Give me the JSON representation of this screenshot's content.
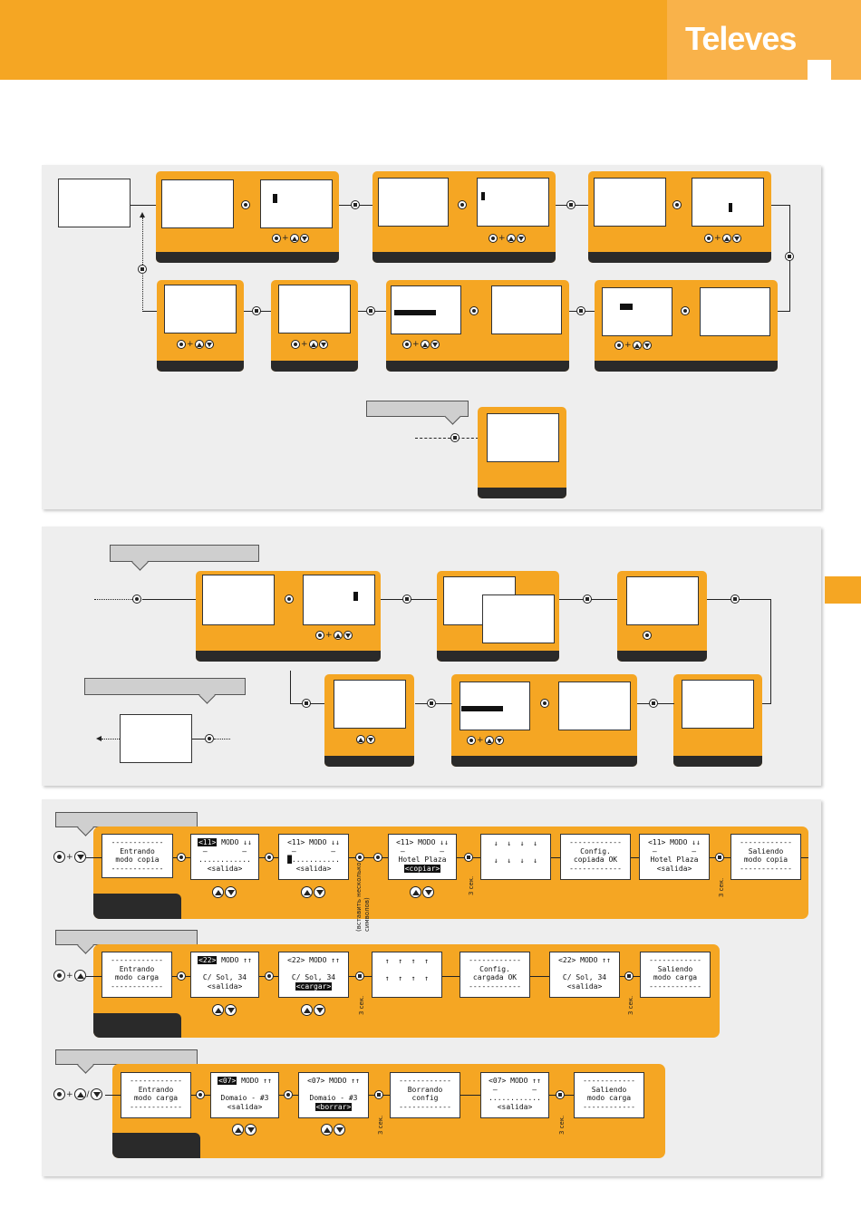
{
  "header": {
    "brand": "Televes",
    "accent_color": "#f5a623"
  },
  "panel3": {
    "copy": {
      "start_combo": [
        "button-dot",
        "button-down"
      ],
      "screens": [
        {
          "lines": [
            "------------",
            "Entrando",
            "modo copia",
            "------------"
          ]
        },
        {
          "tag": "<11>",
          "rest": " MODO ↓↓",
          "lines": [
            "–        –",
            "............",
            "<salida>"
          ]
        },
        {
          "lines": [
            "<11> MODO ↓↓",
            "–        –",
            "█...........",
            "<salida>"
          ]
        },
        {
          "lines": [
            "<11> MODO ↓↓",
            "–        –",
            "Hotel Plaza"
          ],
          "action": "<copiar>"
        },
        {
          "lines": [
            "↓  ↓  ↓  ↓",
            "",
            "↓  ↓  ↓  ↓"
          ]
        },
        {
          "lines": [
            "------------",
            "Config.",
            "copiada OK",
            "------------"
          ]
        },
        {
          "lines": [
            "<11> MODO ↓↓",
            "–        –",
            "Hotel Plaza",
            "<salida>"
          ]
        },
        {
          "lines": [
            "------------",
            "Saliendo",
            "modo copia",
            "------------"
          ]
        }
      ],
      "note_insert": "(вставить несколько символов)",
      "wait_label_a": "3 сек.",
      "wait_label_b": "3 сек."
    },
    "load": {
      "screens": [
        {
          "lines": [
            "------------",
            "Entrando",
            "modo carga",
            "------------"
          ]
        },
        {
          "tag": "<22>",
          "rest": " MODO ↑↑",
          "lines": [
            "",
            "C/ Sol, 34",
            "<salida>"
          ]
        },
        {
          "lines": [
            "<22> MODO ↑↑",
            "",
            "C/ Sol, 34"
          ],
          "action": "<cargar>"
        },
        {
          "lines": [
            "↑  ↑  ↑  ↑",
            "",
            "↑  ↑  ↑  ↑"
          ]
        },
        {
          "lines": [
            "------------",
            "Config.",
            "cargada OK",
            "------------"
          ]
        },
        {
          "lines": [
            "<22> MODO ↑↑",
            "",
            "C/ Sol, 34",
            "<salida>"
          ]
        },
        {
          "lines": [
            "------------",
            "Saliendo",
            "modo carga",
            "------------"
          ]
        }
      ],
      "wait_label_a": "3 сек.",
      "wait_label_b": "3 сек."
    },
    "erase": {
      "screens": [
        {
          "lines": [
            "------------",
            "Entrando",
            "modo carga",
            "------------"
          ]
        },
        {
          "tag": "<07>",
          "rest": " MODO ↑↑",
          "lines": [
            "",
            "Domaio - #3",
            "<salida>"
          ]
        },
        {
          "lines": [
            "<07> MODO ↑↑",
            "",
            "Domaio - #3"
          ],
          "action": "<borrar>"
        },
        {
          "lines": [
            "------------",
            "Borrando",
            "config",
            "------------"
          ]
        },
        {
          "lines": [
            "<07> MODO ↑↑",
            "–        –",
            "............",
            "<salida>"
          ]
        },
        {
          "lines": [
            "------------",
            "Saliendo",
            "modo carga",
            "------------"
          ]
        }
      ],
      "wait_label_a": "3 сек.",
      "wait_label_b": "3 сек."
    }
  }
}
